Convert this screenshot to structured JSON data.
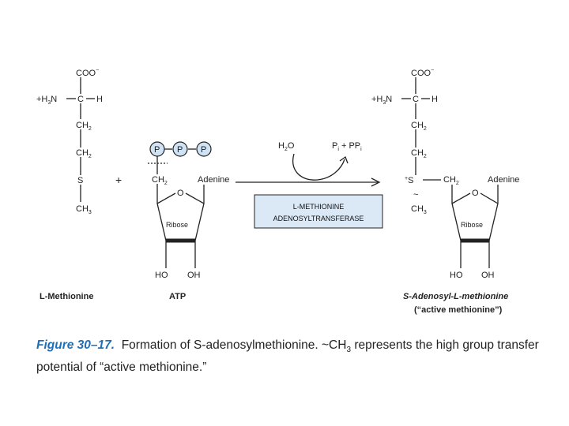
{
  "colors": {
    "phosphate_fill": "#cfe3f5",
    "enzyme_box_fill": "#dbe9f7",
    "caption_accent": "#1f6fb8",
    "line": "#222222"
  },
  "methionine": {
    "coo": "COO",
    "coo_charge": "−",
    "amine": "+H",
    "amine_sub": "3",
    "amine_tail": "N",
    "c": "C",
    "h": "H",
    "ch2_a": "CH",
    "ch2_a_sub": "2",
    "ch2_b": "CH",
    "ch2_b_sub": "2",
    "s": "S",
    "ch3": "CH",
    "ch3_sub": "3",
    "name": "L-Methionine"
  },
  "plus": "+",
  "atp": {
    "p1": "P",
    "p2": "P",
    "p3": "P",
    "ch2": "CH",
    "ch2_sub": "2",
    "adenine": "Adenine",
    "o": "O",
    "ribose": "Ribose",
    "ho": "HO",
    "oh": "OH",
    "name": "ATP"
  },
  "reaction": {
    "water": "H",
    "water_sub": "2",
    "water_tail": "O",
    "products": "P",
    "products_sub": "i",
    "products_mid": " + PP",
    "products_sub2": "i",
    "enzyme_line1": "L-METHIONINE",
    "enzyme_line2": "ADENOSYLTRANSFERASE"
  },
  "sam": {
    "coo": "COO",
    "coo_charge": "−",
    "amine": "+H",
    "amine_sub": "3",
    "amine_tail": "N",
    "c": "C",
    "h": "H",
    "ch2_a": "CH",
    "ch2_a_sub": "2",
    "ch2_b": "CH",
    "ch2_b_sub": "2",
    "s_charge": "+",
    "s": "S",
    "ch2_c": "CH",
    "ch2_c_sub": "2",
    "adenine": "Adenine",
    "tilde": "~",
    "ch3": "CH",
    "ch3_sub": "3",
    "o": "O",
    "ribose": "Ribose",
    "ho": "HO",
    "oh": "OH",
    "name": "S-Adenosyl-L-methionine",
    "name2": "(“active methionine”)"
  },
  "caption": {
    "figure_number": "Figure 30–17.",
    "text_a": "Formation of S-adenosylmethionine. ~CH",
    "text_sub": "3",
    "text_b": " represents the high group transfer potential of “active methionine.”"
  }
}
